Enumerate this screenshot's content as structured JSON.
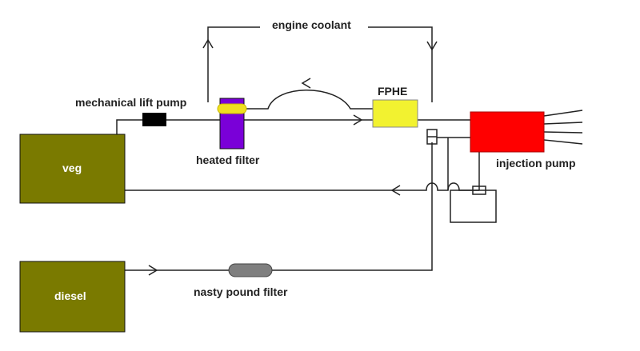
{
  "labels": {
    "engine_coolant": "engine coolant",
    "mechanical_lift_pump": "mechanical lift pump",
    "heated_filter": "heated filter",
    "fphe": "FPHE",
    "injection_pump": "injection pump",
    "veg": "veg",
    "diesel": "diesel",
    "nasty_pound_filter": "nasty pound filter"
  },
  "colors": {
    "tank": "#7a7a00",
    "lift_pump": "#000000",
    "heated_filter": "#7a00d8",
    "heated_filter_band": "#f0e020",
    "fphe": "#f2f230",
    "injection_pump": "#ff0000",
    "pound_filter": "#7f7f7f",
    "line": "#222222"
  }
}
